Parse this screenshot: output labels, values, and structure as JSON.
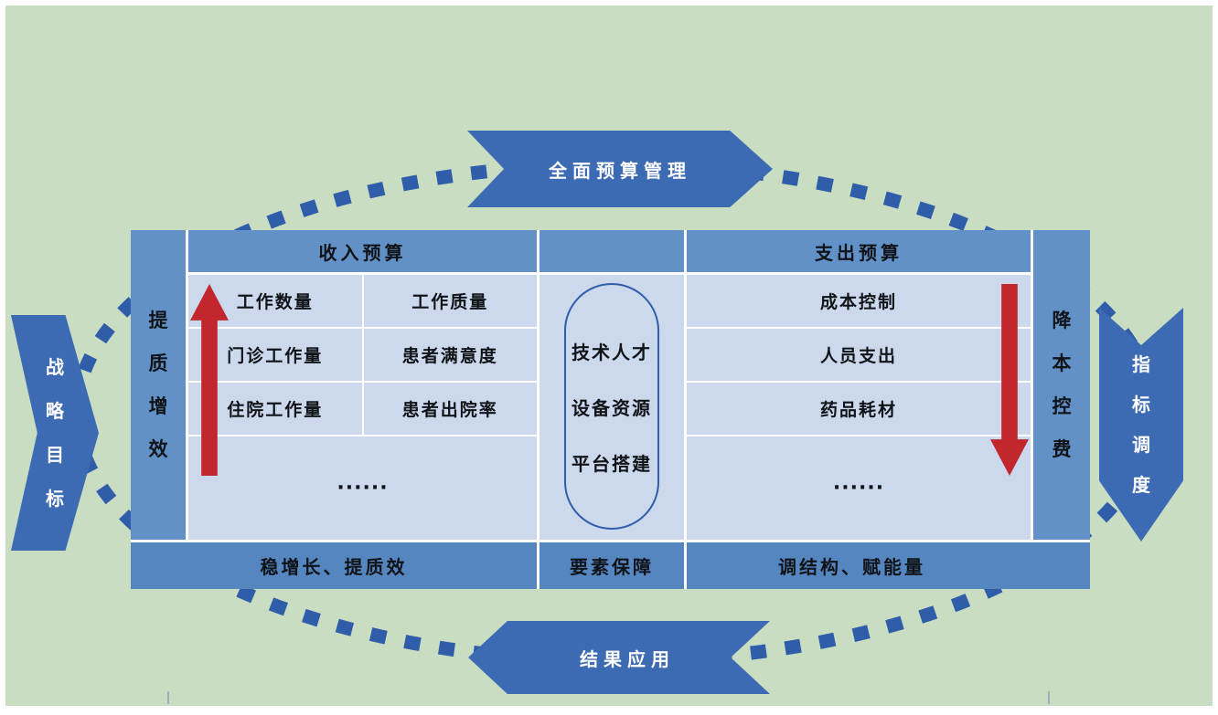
{
  "colors": {
    "background_green": "#c8ddc2",
    "ribbon_blue": "#3d6bb3",
    "dash_blue": "#2f5da9",
    "band_blue": "#6191c6",
    "footer_blue": "#5586c0",
    "cell_blue": "#ccd8ec",
    "arrow_red": "#c1272d",
    "text_dark": "#101418",
    "text_white": "#ffffff"
  },
  "banners": {
    "top": "全面预算管理",
    "bottom": "结果应用",
    "left": "战略目标",
    "right": "指标调度"
  },
  "panel": {
    "left_strip": "提质增效",
    "right_strip": "降本控费",
    "income": {
      "header": "收入预算",
      "rows": [
        [
          "工作数量",
          "工作质量"
        ],
        [
          "门诊工作量",
          "患者满意度"
        ],
        [
          "住院工作量",
          "患者出院率"
        ]
      ],
      "ellipsis": "······"
    },
    "middle": {
      "lines": [
        "技术人才",
        "设备资源",
        "平台搭建"
      ]
    },
    "expense": {
      "header": "支出预算",
      "rows": [
        "成本控制",
        "人员支出",
        "药品耗材"
      ],
      "ellipsis": "······"
    },
    "footer": {
      "left": "稳增长、提质效",
      "middle": "要素保障",
      "right": "调结构、赋能量"
    }
  }
}
